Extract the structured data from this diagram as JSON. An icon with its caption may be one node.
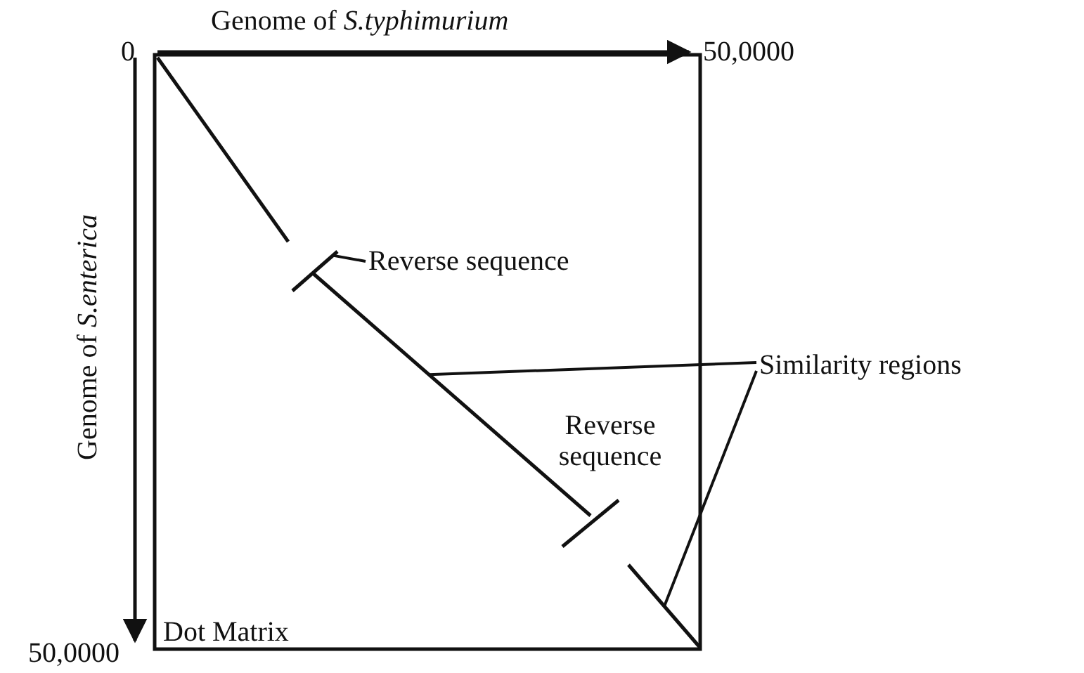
{
  "diagram": {
    "nodes": [
      {
        "text": [
          "Reverse sequence"
        ]
      },
      {
        "text": [],
        "shape": "bar"
      },
      {
        "text": [
          "Similarity regions"
        ]
      },
      {
        "text": [],
        "shape": "bar"
      },
      {
        "text": [],
        "shape": "bar"
      }
    ],
    "edges": [
      {
        "from": 0,
        "to": 1,
        "arrow": "none"
      },
      {
        "from": 2,
        "to": 3,
        "arrow": "none"
      },
      {
        "from": 2,
        "to": 4,
        "arrow": "none"
      }
    ],
    "labels": [
      "0",
      "Genome of *S.typhimurium*",
      "50,0000",
      "Genome of *S.enterica*",
      "Reverse sequence",
      "Dot Matrix",
      "50,0000"
    ]
  }
}
